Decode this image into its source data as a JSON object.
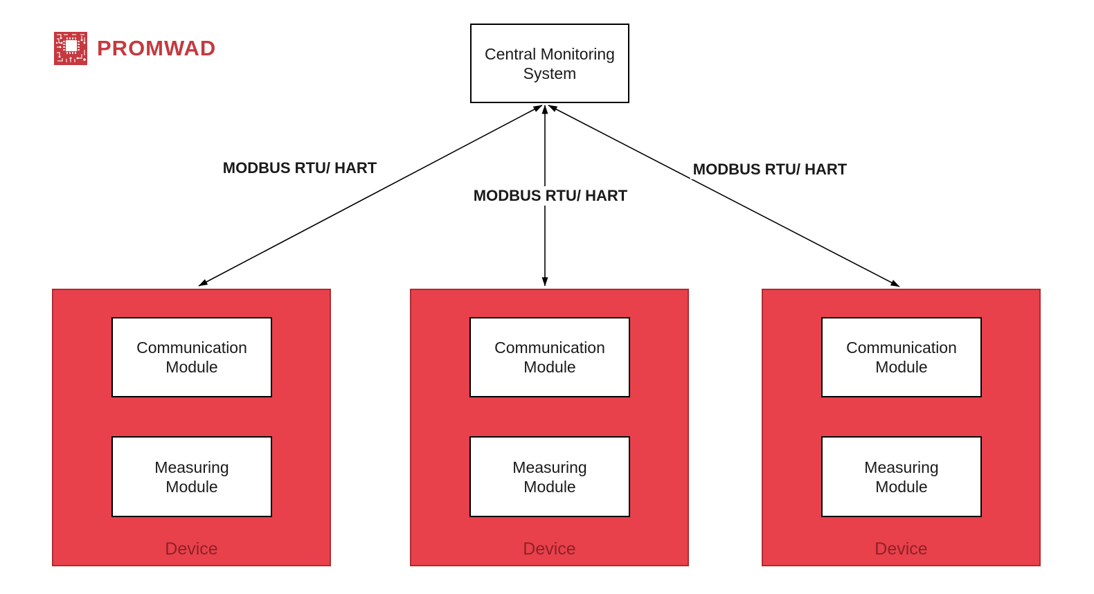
{
  "brand": {
    "name": "PROMWAD",
    "color": "#c5393f"
  },
  "colors": {
    "background": "#ffffff",
    "device_fill": "#e8414b",
    "device_border": "#ae2b33",
    "device_label_text": "#8e2127",
    "box_border": "#000000",
    "arrow": "#000000"
  },
  "central_system": {
    "label": "Central Monitoring System"
  },
  "connections": [
    {
      "label": "MODBUS RTU/ HART",
      "from": "Central Monitoring System",
      "to": "Device 1",
      "style": "double-arrow"
    },
    {
      "label": "MODBUS RTU/ HART",
      "from": "Central Monitoring System",
      "to": "Device 2",
      "style": "double-arrow"
    },
    {
      "label": "MODBUS RTU/ HART",
      "from": "Central Monitoring System",
      "to": "Device 3",
      "style": "double-arrow"
    }
  ],
  "devices": [
    {
      "label": "Device",
      "modules": [
        {
          "label": "Communication Module"
        },
        {
          "label": "Measuring Module"
        }
      ]
    },
    {
      "label": "Device",
      "modules": [
        {
          "label": "Communication Module"
        },
        {
          "label": "Measuring Module"
        }
      ]
    },
    {
      "label": "Device",
      "modules": [
        {
          "label": "Communication Module"
        },
        {
          "label": "Measuring Module"
        }
      ]
    }
  ]
}
